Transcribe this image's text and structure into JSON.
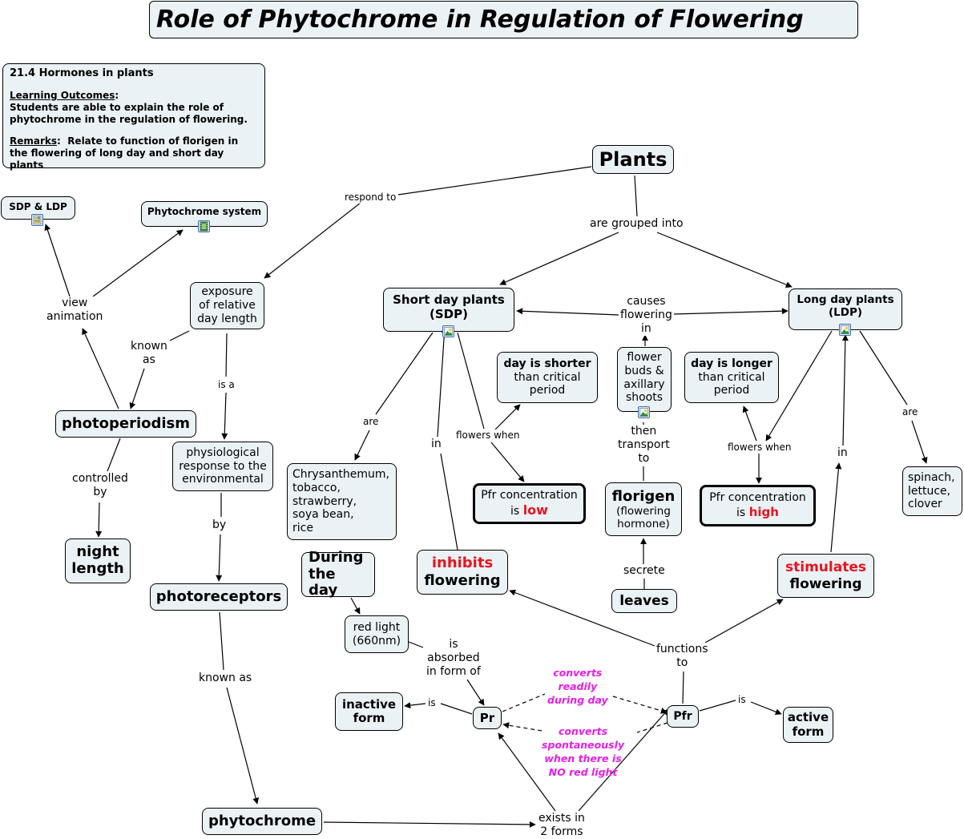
{
  "title": "Role of Phytochrome in Regulation of Flowering",
  "info_box": {
    "heading": "21.4  Hormones in plants",
    "outcomes_label": "Learning Outcomes",
    "outcomes_text": "Students are able to explain the role of phytochrome in the regulation of flowering.",
    "remarks_label": "Remarks",
    "remarks_text": "Relate to function of florigen in the flowering of long day and short day plants"
  },
  "colors": {
    "node_fill": "#ebf2f5",
    "emphasis_red": "#e8141e",
    "conversion_magenta": "#e61ee6",
    "icon_border": "#3a6fb5"
  },
  "nodes": {
    "plants": "Plants",
    "sdp_ldp": "SDP & LDP",
    "phytochrome_system": "Phytochrome system",
    "exposure": [
      "exposure",
      "of relative",
      "day length"
    ],
    "photoperiodism": "photoperiodism",
    "night_length": [
      "night",
      "length"
    ],
    "physiological": [
      "physiological",
      "response to the",
      "environmental"
    ],
    "photoreceptors": "photoreceptors",
    "phytochrome": "phytochrome",
    "sdp": [
      "Short day plants",
      "(SDP)"
    ],
    "ldp": [
      "Long day plants",
      "(LDP)"
    ],
    "day_shorter": {
      "bold": "day is shorter",
      "rest": [
        "than critical",
        "period"
      ]
    },
    "day_longer": {
      "bold": "day is longer",
      "rest": [
        "than critical",
        "period"
      ]
    },
    "flower_buds": [
      "flower",
      "buds &",
      "axillary",
      "shoots"
    ],
    "sdp_examples": [
      "Chrysanthemum,",
      "tobacco,",
      "strawberry,",
      "soya bean,",
      "rice"
    ],
    "ldp_examples": [
      "spinach,",
      "lettuce,",
      "clover"
    ],
    "pfr_low": {
      "prefix": "Pfr concentration",
      "is": "is",
      "value": "low"
    },
    "pfr_high": {
      "prefix": "Pfr concentration",
      "is": "is",
      "value": "high"
    },
    "florigen": {
      "bold": "florigen",
      "rest": [
        "(flowering",
        "hormone)"
      ]
    },
    "leaves": "leaves",
    "during_day": [
      "During",
      "the day"
    ],
    "inhibits": {
      "red": "inhibits",
      "black": "flowering"
    },
    "stimulates": {
      "red": "stimulates",
      "black": "flowering"
    },
    "red_light": [
      "red light",
      "(660nm)"
    ],
    "pr": "Pr",
    "pfr": "Pfr",
    "inactive_form": [
      "inactive",
      "form"
    ],
    "active_form": [
      "active",
      "form"
    ]
  },
  "link_labels": {
    "respond_to": "respond to",
    "are_grouped_into": "are grouped into",
    "view_animation": [
      "view",
      "animation"
    ],
    "known_as_1": [
      "known",
      "as"
    ],
    "is_a": "is a",
    "controlled_by": [
      "controlled",
      "by"
    ],
    "by": "by",
    "known_as_2": "known as",
    "causes_flowering_in": [
      "causes",
      "flowering",
      "in"
    ],
    "are_sdp": "are",
    "are_ldp": "are",
    "flowers_when_sdp": "flowers when",
    "flowers_when_ldp": "flowers when",
    "in_sdp": "in",
    "in_ldp": "in",
    "then_transport_to": [
      "then",
      "transport",
      "to"
    ],
    "secrete": "secrete",
    "functions_to": [
      "functions",
      "to"
    ],
    "is_absorbed": [
      "is",
      "absorbed",
      "in form of"
    ],
    "is_pr": "is",
    "is_pfr": "is",
    "exists_in": [
      "exists in",
      "2 forms"
    ],
    "converts_day": [
      "converts",
      "readily",
      "during day"
    ],
    "converts_night": [
      "converts",
      "spontaneously",
      "when there is",
      "NO red light"
    ]
  },
  "resource_icons": {
    "sdp_ldp": "document-icon",
    "phytochrome_system": "video-icon",
    "sdp": "image-icon",
    "ldp": "image-icon",
    "flower_buds": "image-icon"
  }
}
